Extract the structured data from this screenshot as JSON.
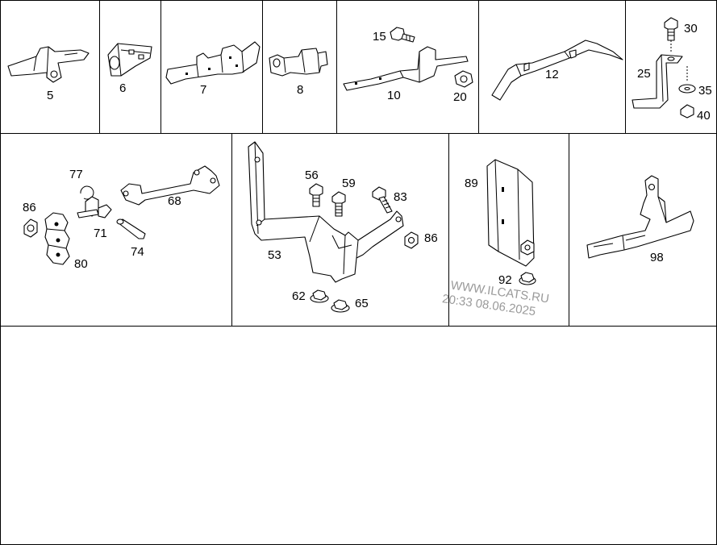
{
  "diagram": {
    "labels": {
      "p5": "5",
      "p6": "6",
      "p7": "7",
      "p8": "8",
      "p15": "15",
      "p10": "10",
      "p20": "20",
      "p12": "12",
      "p30": "30",
      "p25": "25",
      "p35": "35",
      "p40": "40",
      "p77": "77",
      "p86a": "86",
      "p71": "71",
      "p68": "68",
      "p74": "74",
      "p80": "80",
      "p56": "56",
      "p59": "59",
      "p83": "83",
      "p53": "53",
      "p86b": "86",
      "p62": "62",
      "p65": "65",
      "p89": "89",
      "p92": "92",
      "p98": "98"
    },
    "watermark": {
      "line1": "WWW.ILCATS.RU",
      "line2": "20:33 08.06.2025"
    }
  }
}
